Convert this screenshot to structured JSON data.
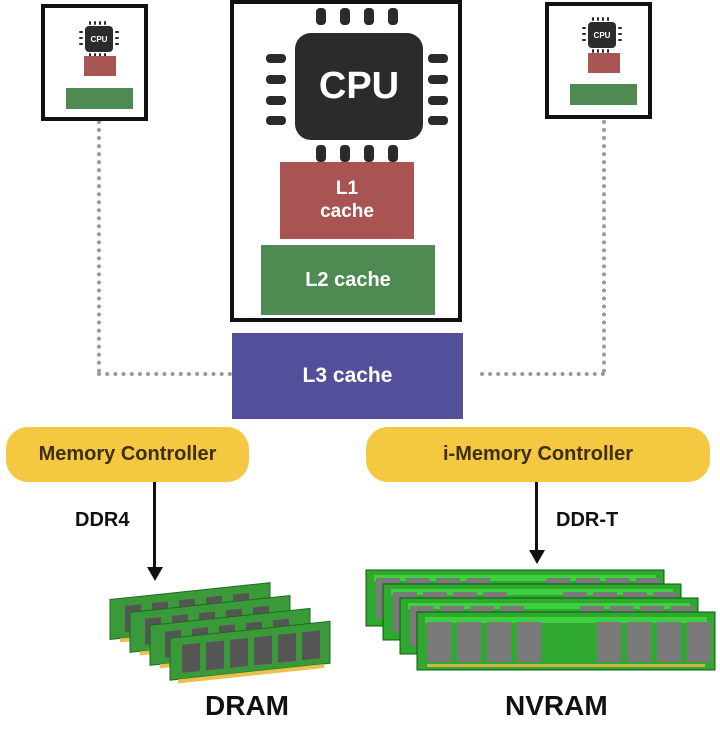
{
  "diagram": {
    "left_core": {
      "chip_label": "CPU"
    },
    "center_core": {
      "chip_label": "CPU",
      "l1_line1": "L1",
      "l1_line2": "cache",
      "l2_label": "L2 cache"
    },
    "right_core": {
      "chip_label": "CPU"
    },
    "l3_label": "L3 cache",
    "memory_controller_label": "Memory Controller",
    "i_memory_controller_label": "i-Memory Controller",
    "dram_bus_label": "DDR4",
    "nvram_bus_label": "DDR-T",
    "dram_label": "DRAM",
    "nvram_label": "NVRAM",
    "colors": {
      "l1": "#a85452",
      "l2": "#4e8a51",
      "l3": "#52509a",
      "controller": "#f5c842",
      "chip": "#2b2b2b"
    }
  }
}
